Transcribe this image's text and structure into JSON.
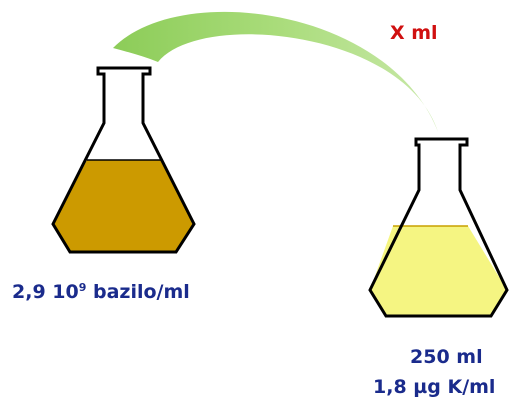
{
  "transfer": {
    "label": "X ml"
  },
  "source_flask": {
    "concentration_value": "2,9 10",
    "concentration_exponent": "9",
    "concentration_unit": " bazilo/ml",
    "liquid_color": "#cc9a00"
  },
  "target_flask": {
    "volume": "250 ml",
    "concentration": "1,8 µg K/ml",
    "liquid_color": "#f5f582"
  },
  "colors": {
    "arrow": "#9bd26a",
    "label_blue": "#1a2b8c",
    "label_red": "#d01010",
    "outline": "#000000"
  }
}
